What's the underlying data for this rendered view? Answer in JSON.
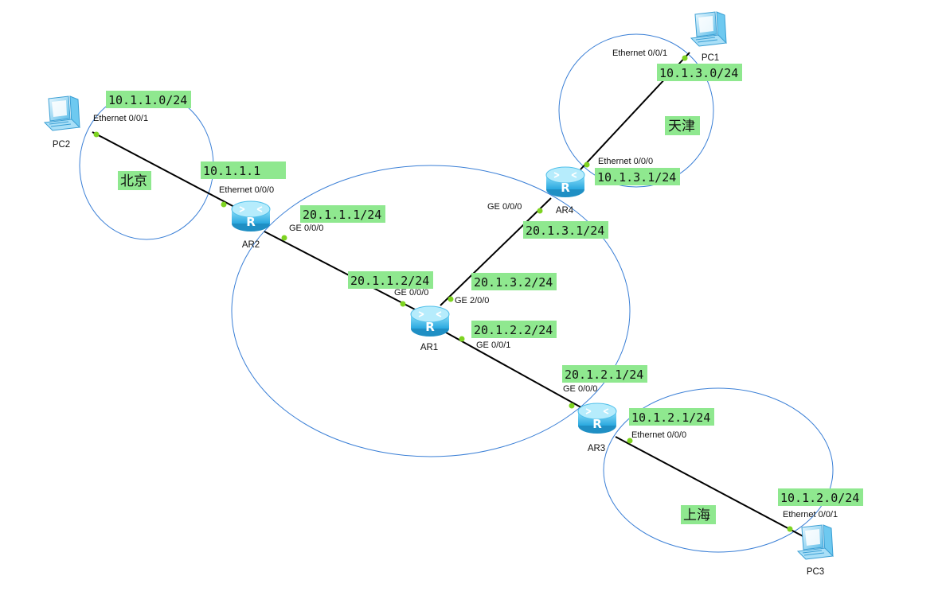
{
  "colors": {
    "tag_bg": "#8fe88f",
    "link": "#000000",
    "area": "#3a7fd6",
    "port_dot": "#7ed321",
    "router_body": "#4cc3ef"
  },
  "devices": {
    "pc1": {
      "name": "PC1",
      "icon": "pc-icon"
    },
    "pc2": {
      "name": "PC2",
      "icon": "pc-icon"
    },
    "pc3": {
      "name": "PC3",
      "icon": "pc-icon"
    },
    "ar1": {
      "name": "AR1",
      "icon": "router-icon"
    },
    "ar2": {
      "name": "AR2",
      "icon": "router-icon"
    },
    "ar3": {
      "name": "AR3",
      "icon": "router-icon"
    },
    "ar4": {
      "name": "AR4",
      "icon": "router-icon"
    }
  },
  "regions": {
    "beijing": "北京",
    "tianjin": "天津",
    "shanghai": "上海"
  },
  "ports": {
    "pc2_eth": "Ethernet 0/0/1",
    "ar2_eth": "Ethernet 0/0/0",
    "ar2_ge": "GE 0/0/0",
    "ar1_ge000": "GE 0/0/0",
    "ar1_ge200": "GE 2/0/0",
    "ar1_ge001": "GE 0/0/1",
    "ar4_ge": "GE 0/0/0",
    "ar4_eth": "Ethernet 0/0/0",
    "pc1_eth": "Ethernet 0/0/1",
    "ar3_ge": "GE 0/0/0",
    "ar3_eth": "Ethernet 0/0/0",
    "pc3_eth": "Ethernet 0/0/1"
  },
  "addresses": {
    "net_beijing": "10.1.1.0/24",
    "ar2_lan": "10.1.1.1",
    "ar2_wan": "20.1.1.1/24",
    "ar1_to_ar2": "20.1.1.2/24",
    "ar1_to_ar4": "20.1.3.2/24",
    "ar1_to_ar3": "20.1.2.2/24",
    "ar4_wan": "20.1.3.1/24",
    "ar4_lan": "10.1.3.1/24",
    "net_tianjin": "10.1.3.0/24",
    "ar3_wan": "20.1.2.1/24",
    "ar3_lan": "10.1.2.1/24",
    "net_shanghai": "10.1.2.0/24"
  }
}
